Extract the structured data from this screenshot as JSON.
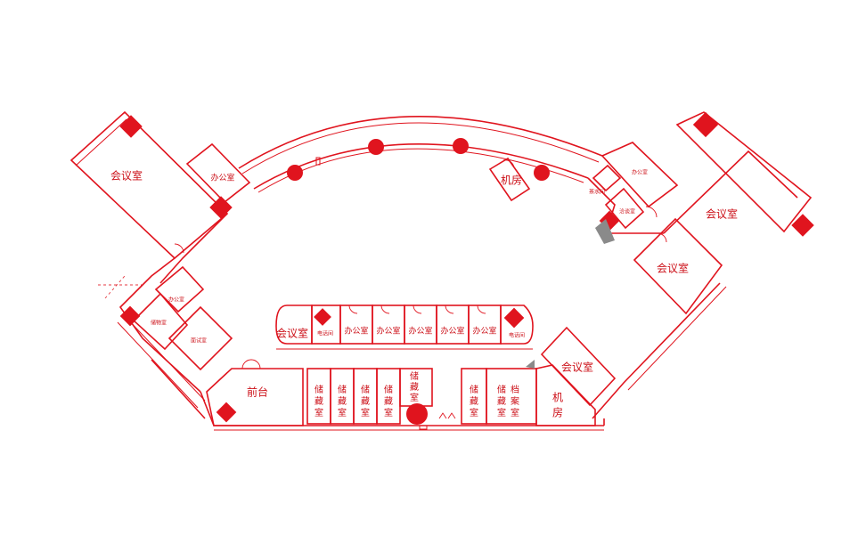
{
  "plan": {
    "rooms": {
      "conf_nw": "会议室",
      "office_n1": "办公室",
      "machine_n": "机房",
      "office_ne": "办公室",
      "tea_room": "茶水间",
      "negotiation": "洽谈室",
      "conf_ne": "会议室",
      "conf_e": "会议室",
      "office_w": "办公室",
      "storage_w": "储物室",
      "interview": "面试室",
      "conf_mid": "会议室",
      "elec_left": "电话间",
      "office_1": "办公室",
      "office_2": "办公室",
      "office_3": "办公室",
      "office_4": "办公室",
      "office_5": "办公室",
      "elec_right": "电话间",
      "conf_se": "会议室",
      "reception": "前台",
      "store_1": [
        "储",
        "藏",
        "室"
      ],
      "store_2": [
        "储",
        "藏",
        "室"
      ],
      "store_3": [
        "储",
        "藏",
        "室"
      ],
      "store_4": [
        "储",
        "藏",
        "室"
      ],
      "store_5": [
        "储",
        "藏",
        "室"
      ],
      "store_6": [
        "储",
        "藏",
        "室"
      ],
      "archive": [
        "档",
        "案",
        "室"
      ],
      "machine_s": [
        "机",
        "房"
      ]
    },
    "colors": {
      "wall": "#e0141e",
      "text": "#cc1018"
    }
  }
}
